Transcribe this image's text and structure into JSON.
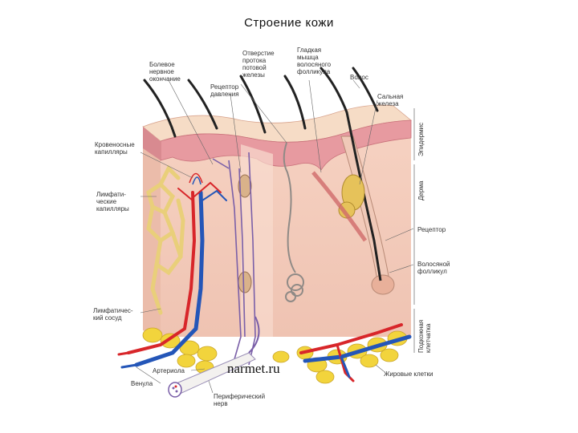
{
  "title": "Строение кожи",
  "watermark": "narmet.ru",
  "labels": {
    "pain_nerve_endings": "Болевое\nнервное\nокончание",
    "duct_opening": "Отверстие\nпротока\nпотовой\nжелезы",
    "smooth_muscle": "Гладкая\nмышца\nволосяного\nфолликула",
    "hair": "Волос",
    "pressure_receptor": "Рецептор\nдавления",
    "sebaceous_gland": "Сальная\nжелеза",
    "blood_capillaries": "Кровеносные\nкапилляры",
    "lymph_capillaries": "Лимфати-\nческие\nкапилляры",
    "receptor": "Рецептор",
    "hair_follicle": "Волосяной\nфолликул",
    "lymph_vessel": "Лимфатичес-\nкий сосуд",
    "arteriole": "Артериола",
    "venule": "Венула",
    "peripheral_nerve": "Периферический\nнерв",
    "fat_cells": "Жировые клетки",
    "epidermis": "Эпидермис",
    "dermis": "Дерма",
    "hypodermis": "Подкожная\nклетчатка"
  },
  "colors": {
    "artery": "#d8262a",
    "vein": "#2456b8",
    "nerve": "#7a5fa8",
    "fat": "#f2d43c",
    "lymph": "#e9cf7a",
    "dermis": "#f4cdbd",
    "epidermis": "#e79aa0",
    "surface": "#f6dcc6"
  }
}
